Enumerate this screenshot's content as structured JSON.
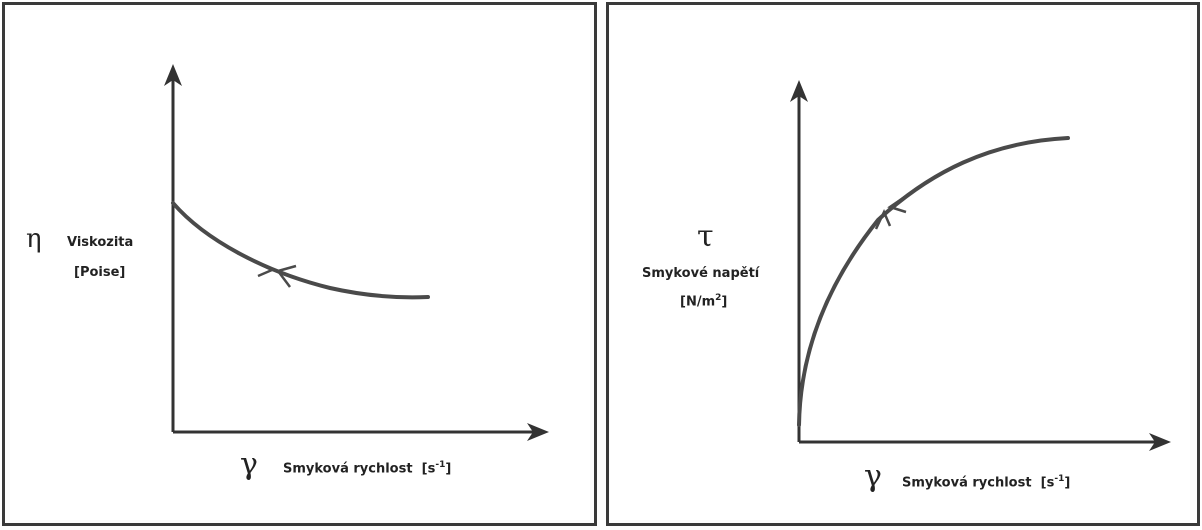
{
  "left_panel": {
    "y_symbol": "η",
    "y_label_line1": "Viskozita",
    "y_label_line2": "[Poise]",
    "x_symbol": "γ",
    "x_label": "Smyková rychlost",
    "x_unit_base": "[s",
    "x_unit_sup": "-1",
    "x_unit_close": "]"
  },
  "right_panel": {
    "y_symbol": "τ",
    "y_label_line1": "Smykové napětí",
    "y_unit_base": "[N/m",
    "y_unit_sup": "2",
    "y_unit_close": "]",
    "x_symbol": "γ",
    "x_label": "Smyková rychlost",
    "x_unit_base": "[s",
    "x_unit_sup": "-1",
    "x_unit_close": "]"
  },
  "colors": {
    "curve": "#4a4a4a",
    "axis": "#333333",
    "border": "#3a3a3a"
  }
}
